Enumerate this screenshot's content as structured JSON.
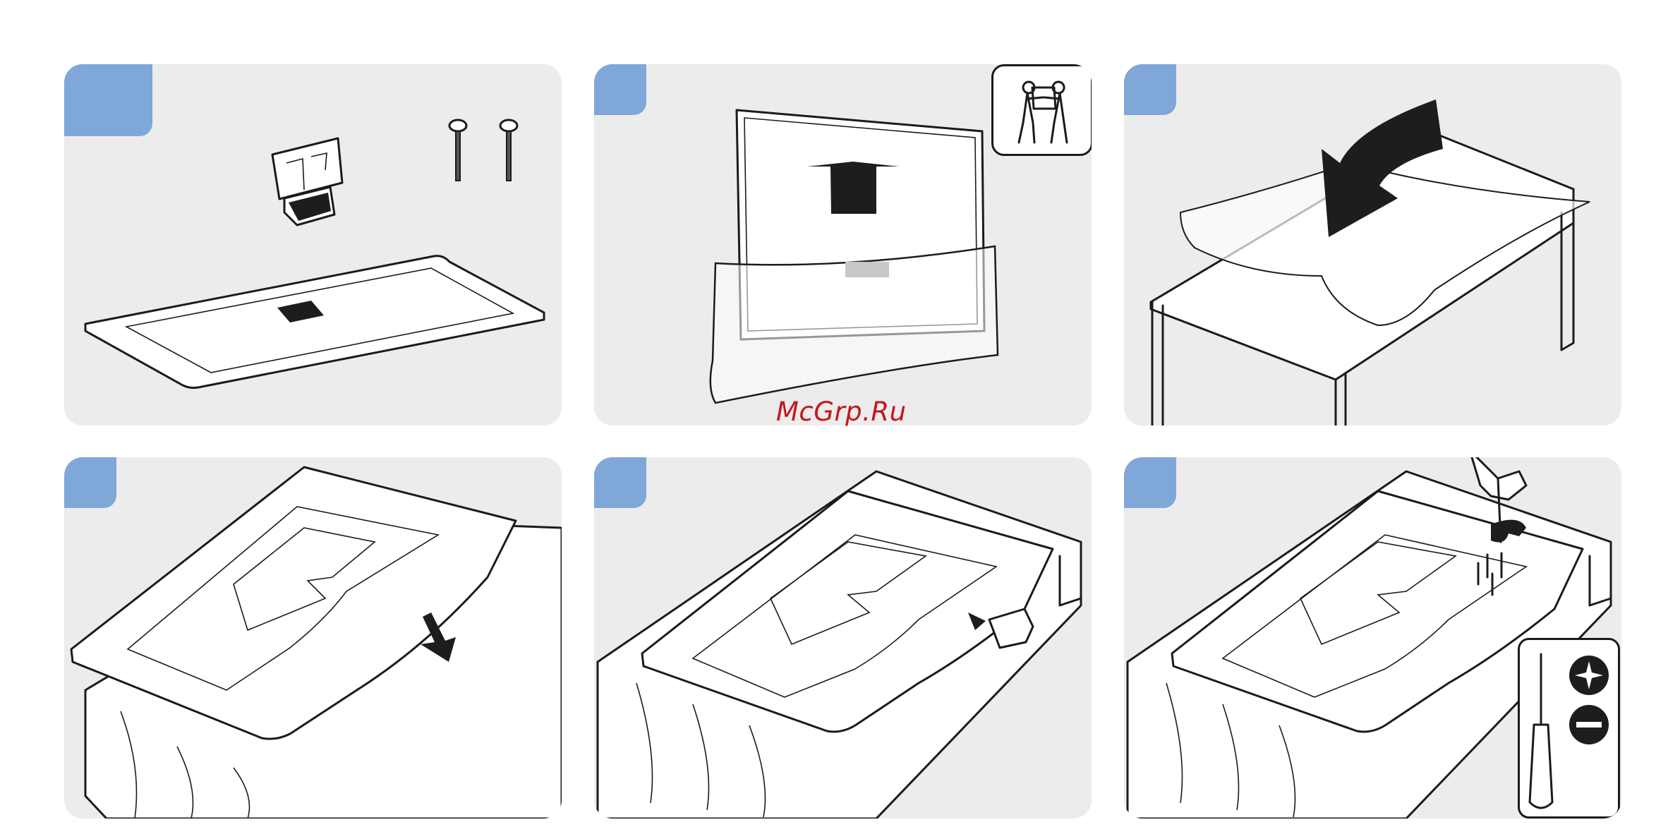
{
  "watermark": "McGrp.Ru",
  "colors": {
    "panel_bg": "#ececec",
    "step_badge": "#7fa7d8",
    "watermark": "#c4161c",
    "line": "#1b1b1b"
  },
  "steps": [
    {
      "illustration": "stand-base-neck-and-screws"
    },
    {
      "illustration": "lift-tv-out-of-bag",
      "icon": "two-person-lift-icon"
    },
    {
      "illustration": "cover-table-with-cloth"
    },
    {
      "illustration": "place-tv-face-down-insert-neck"
    },
    {
      "illustration": "attach-stand-neck"
    },
    {
      "illustration": "screw-stand-neck",
      "icon": "screwdriver-phillips-flat-icon"
    }
  ]
}
